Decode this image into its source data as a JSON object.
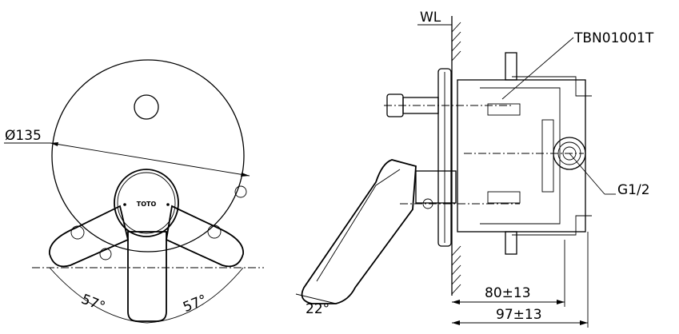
{
  "labels": {
    "diameter": "Ø135",
    "wall_line": "WL",
    "part_number": "TBN01001T",
    "thread": "G1/2",
    "angle_left": "57°",
    "angle_right": "57°",
    "angle_tilt": "22°",
    "dim_inner": "80±13",
    "dim_outer": "97±13",
    "logo": "TOTO"
  }
}
